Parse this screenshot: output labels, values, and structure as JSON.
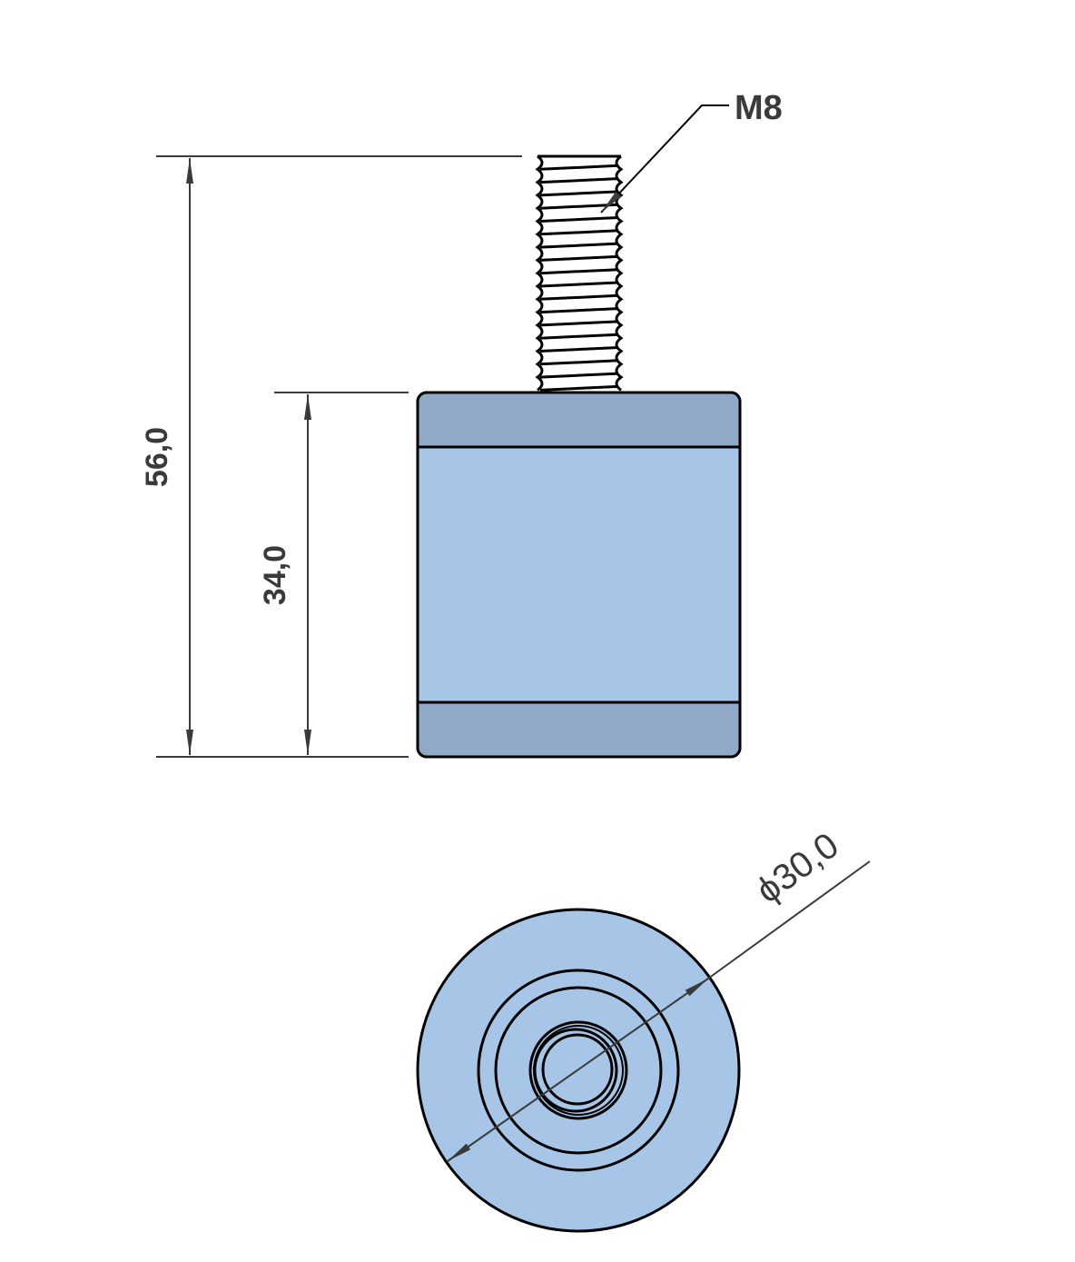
{
  "drawing": {
    "thread_label": "M8",
    "overall_height": "56,0",
    "body_height": "34,0",
    "diameter": "ϕ30,0"
  },
  "colors": {
    "body": "#a6c5e7",
    "band": "#8fa9c6",
    "line": "#000000",
    "dimension": "#3a3a3a"
  }
}
